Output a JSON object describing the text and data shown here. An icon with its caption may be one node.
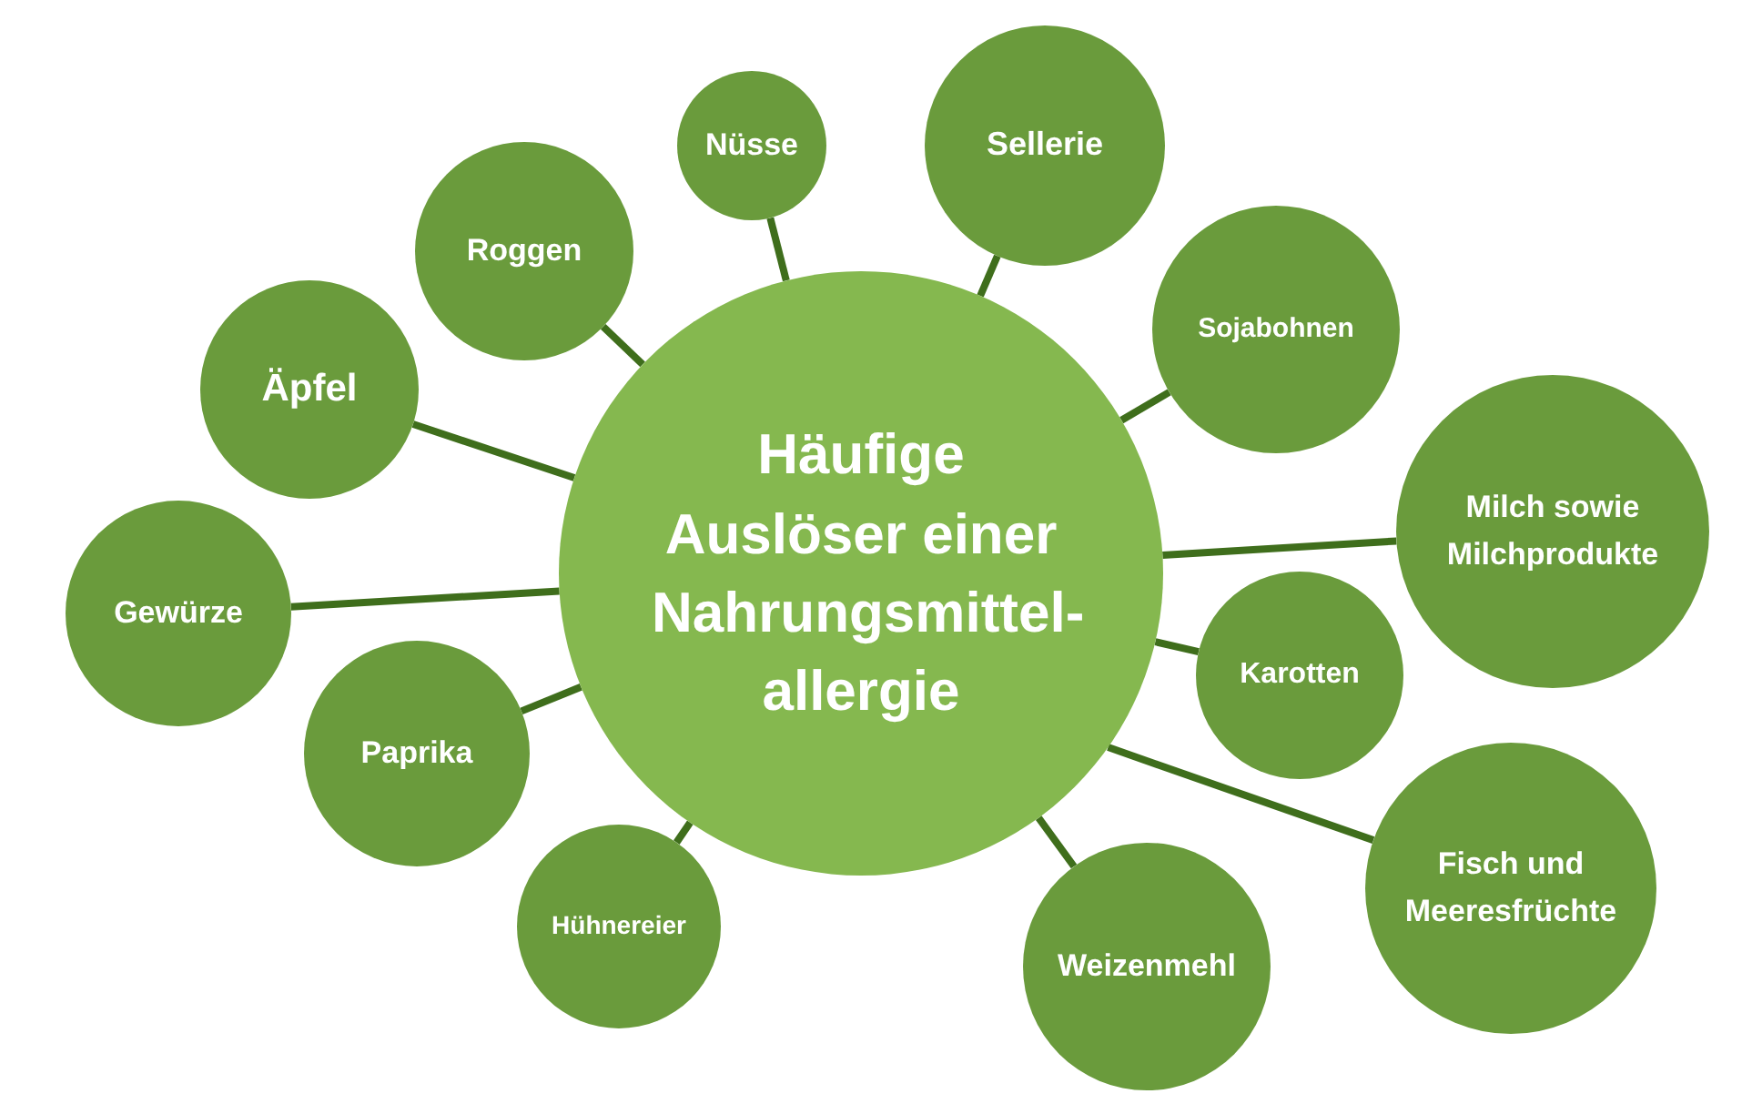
{
  "diagram": {
    "nodes": [
      {
        "text": [
          "Häufige Auslöser einer Nahrungsmittel-allergie"
        ]
      },
      {
        "text": [
          "Nüsse"
        ]
      },
      {
        "text": [
          "Sellerie"
        ]
      },
      {
        "text": [
          "Roggen"
        ]
      },
      {
        "text": [
          "Sojabohnen"
        ]
      },
      {
        "text": [
          "Äpfel"
        ]
      },
      {
        "text": [
          "Milch sowie Milchprodukte"
        ]
      },
      {
        "text": [
          "Gewürze"
        ]
      },
      {
        "text": [
          "Karotten"
        ]
      },
      {
        "text": [
          "Paprika"
        ]
      },
      {
        "text": [
          "Hühnereier"
        ]
      },
      {
        "text": [
          "Weizenmehl"
        ]
      },
      {
        "text": [
          "Fisch und Meeresfrüchte"
        ]
      }
    ],
    "edges": [
      {
        "from": 0,
        "to": 1,
        "arrow": "none"
      },
      {
        "from": 0,
        "to": 2,
        "arrow": "none"
      },
      {
        "from": 0,
        "to": 3,
        "arrow": "none"
      },
      {
        "from": 0,
        "to": 4,
        "arrow": "none"
      },
      {
        "from": 0,
        "to": 5,
        "arrow": "none"
      },
      {
        "from": 0,
        "to": 6,
        "arrow": "none"
      },
      {
        "from": 0,
        "to": 7,
        "arrow": "none"
      },
      {
        "from": 0,
        "to": 8,
        "arrow": "none"
      },
      {
        "from": 0,
        "to": 9,
        "arrow": "none"
      },
      {
        "from": 0,
        "to": 10,
        "arrow": "none"
      },
      {
        "from": 0,
        "to": 11,
        "arrow": "none"
      },
      {
        "from": 0,
        "to": 12,
        "arrow": "none"
      }
    ]
  }
}
